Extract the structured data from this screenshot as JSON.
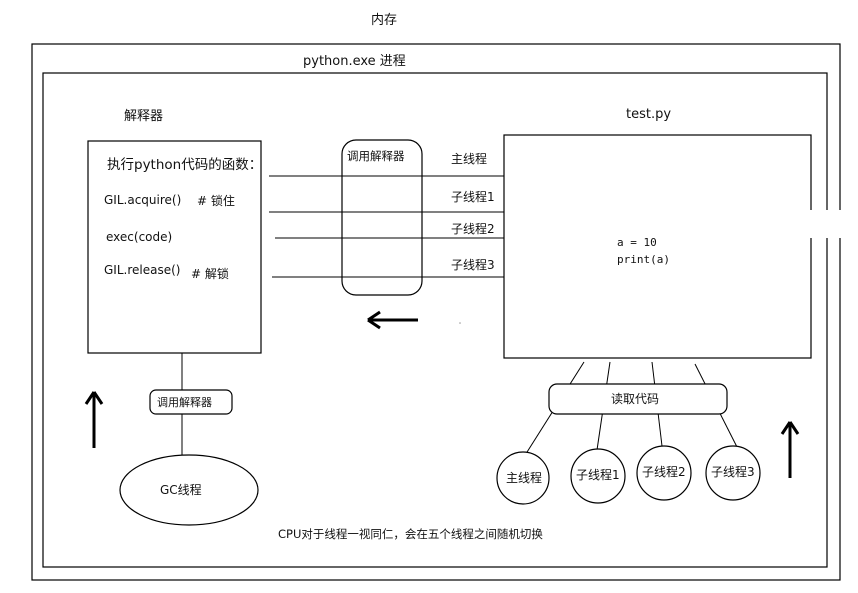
{
  "memory_label": "内存",
  "process_label": "python.exe 进程",
  "interpreter": {
    "title": "解释器",
    "func_label": "执行python代码的函数：",
    "acquire": "GIL.acquire()",
    "acquire_comment": "# 锁住",
    "exec": "exec(code)",
    "release": "GIL.release()",
    "release_comment": "# 解锁"
  },
  "call_interpreter_label": "调用解释器",
  "gc_call_label": "调用解释器",
  "gc_thread": "GC线程",
  "file": {
    "title": "test.py",
    "code_line1": "a = 10",
    "code_line2": "print(a)"
  },
  "thread_labels": [
    "主线程",
    "子线程1",
    "子线程2",
    "子线程3"
  ],
  "read_code_label": "读取代码",
  "thread_circles": [
    "主线程",
    "子线程1",
    "子线程2",
    "子线程3"
  ],
  "footer_note": "CPU对于线程一视同仁，会在五个线程之间随机切换"
}
